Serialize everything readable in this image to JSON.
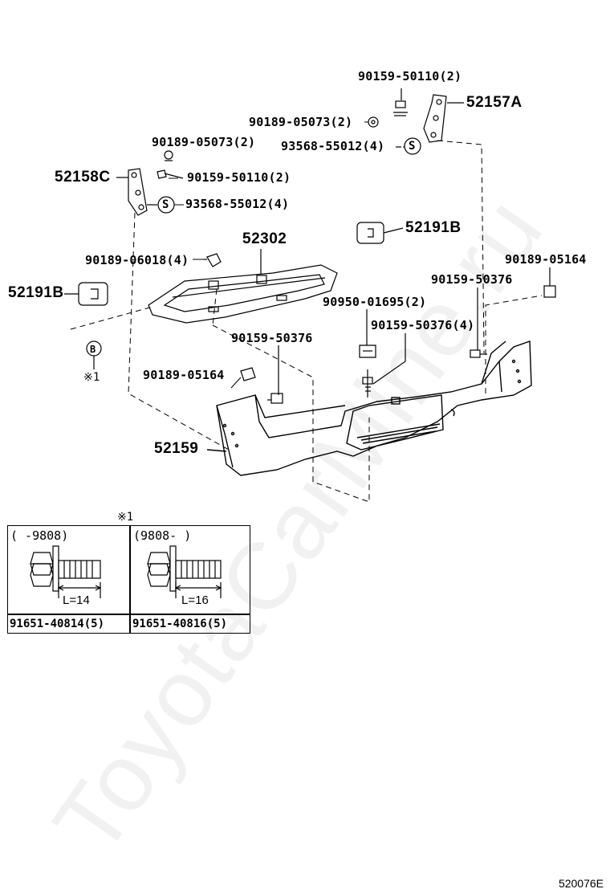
{
  "labels": {
    "p90159_50110_top": "90159-50110(2)",
    "p52157A": "52157A",
    "p90189_05073_r": "90189-05073(2)",
    "p93568_r": "93568-55012(4)",
    "p90189_05073_l": "90189-05073(2)",
    "p52158C": "52158C",
    "p90159_50110_l": "90159-50110(2)",
    "p93568_l": "93568-55012(4)",
    "p52302": "52302",
    "p52191B_r": "52191B",
    "p90189_06018": "90189-06018(4)",
    "p52191B_l": "52191B",
    "p90189_05164_r": "90189-05164",
    "p90159_50376_r": "90159-50376",
    "p90950_01695": "90950-01695(2)",
    "p90159_50376_4": "90159-50376(4)",
    "p90159_50376_c": "90159-50376",
    "p90189_05164_c": "90189-05164",
    "p52159": "52159",
    "s_mark": "S",
    "b_mark": "B",
    "note_mark": "※1"
  },
  "table": {
    "ref_mark": "※1",
    "left": {
      "range": "(    -9808)",
      "length": "L=14",
      "part": "91651-40814(5)"
    },
    "right": {
      "range": "(9808-     )",
      "length": "L=16",
      "part": "91651-40816(5)"
    }
  },
  "watermark": "ToyotaCarMine.ru",
  "image_id": "520076E"
}
